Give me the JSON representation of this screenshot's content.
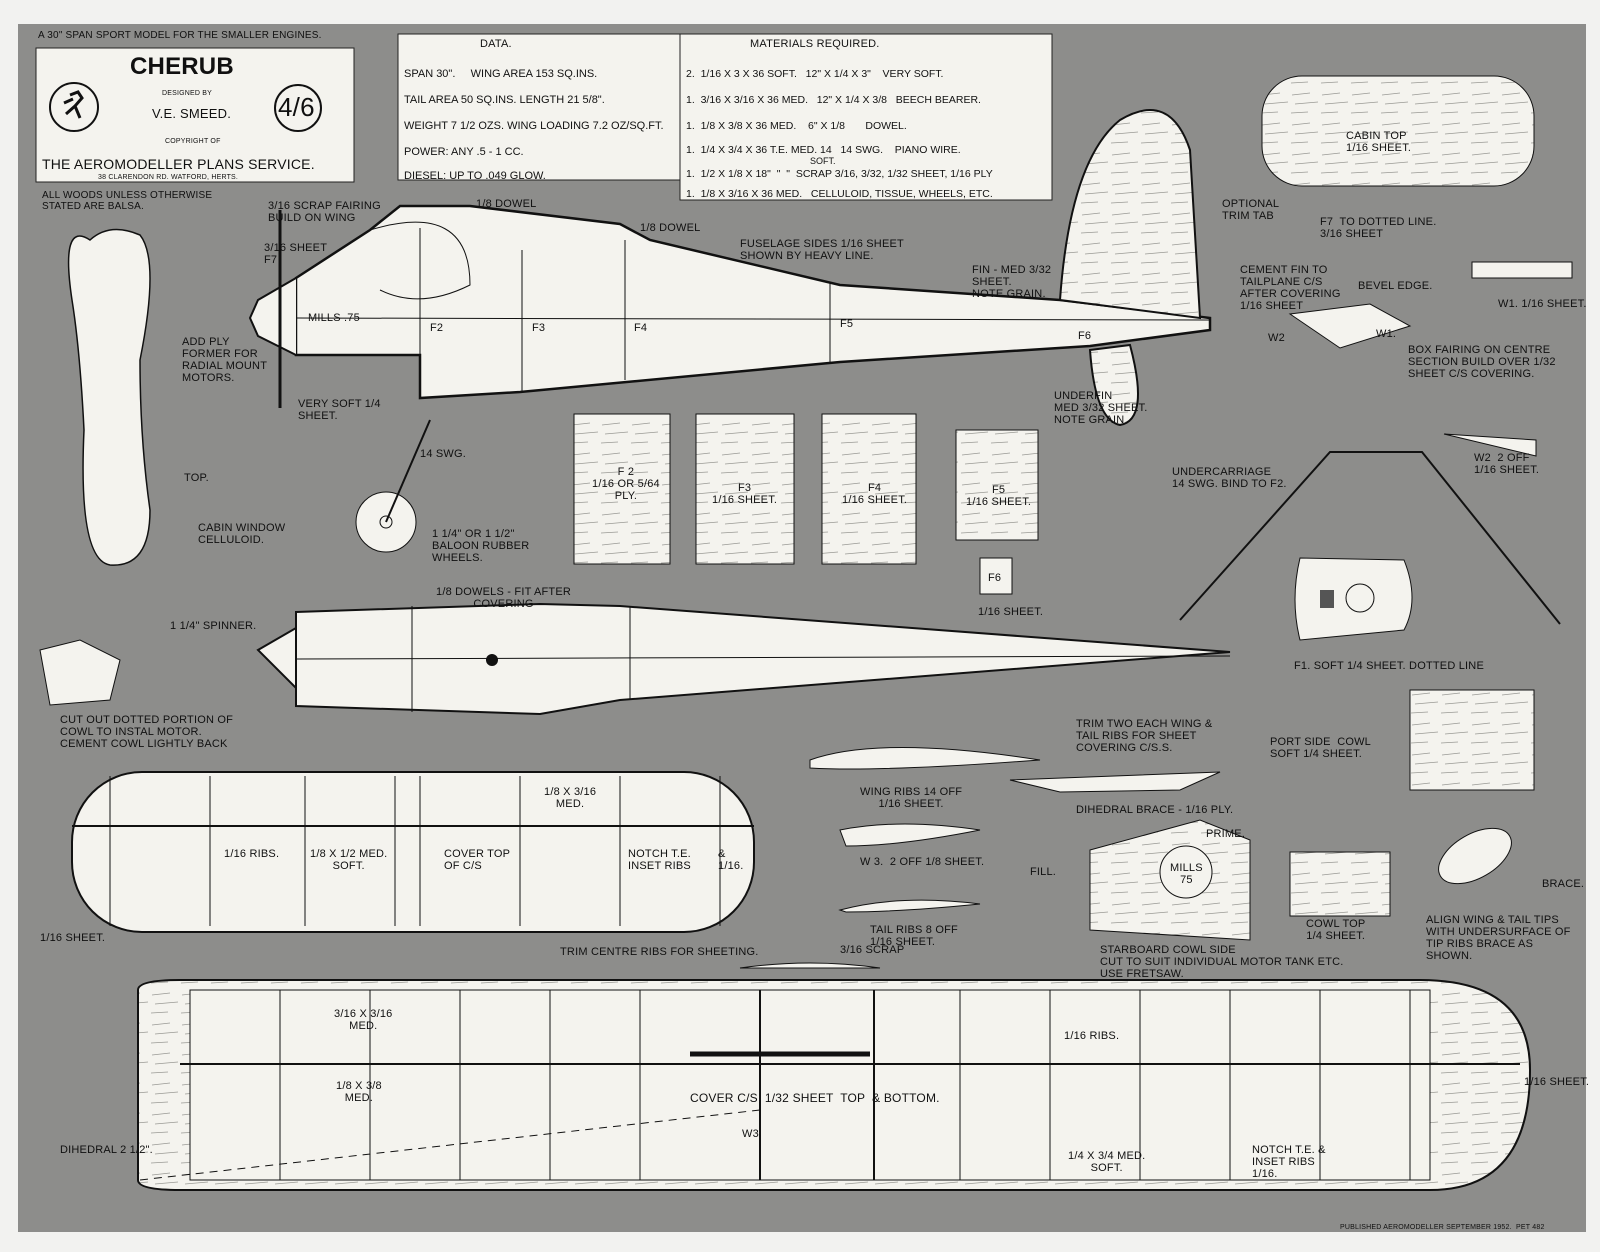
{
  "header": {
    "model_note": "A 30\" SPAN SPORT MODEL FOR THE SMALLER ENGINES.",
    "title": "CHERUB",
    "designed_by_label": "DESIGNED BY",
    "designer": "V.E. SMEED.",
    "copyright_label": "COPYRIGHT OF",
    "publisher": "THE AEROMODELLER PLANS SERVICE.",
    "address": "38 CLARENDON RD. WATFORD, HERTS.",
    "price": "4/6"
  },
  "data_box": {
    "title": "DATA.",
    "rows": [
      "SPAN 30\".     WING AREA 153 SQ.INS.",
      "TAIL AREA 50 SQ.INS. LENGTH 21 5/8\".",
      "WEIGHT 7 1/2 OZS. WING LOADING 7.2 OZ/SQ.FT.",
      "POWER: ANY .5 - 1 CC.",
      "DIESEL: UP TO .049 GLOW."
    ]
  },
  "materials_box": {
    "title": "MATERIALS REQUIRED.",
    "rows": [
      "2.  1/16 X 3 X 36 SOFT.   12\" X 1/4 X 3\"    VERY SOFT.",
      "1.  3/16 X 3/16 X 36 MED.   12\" X 1/4 X 3/8   BEECH BEARER.",
      "1.  1/8 X 3/8 X 36 MED.    6\" X 1/8       DOWEL.",
      "1.  1/4 X 3/4 X 36 T.E. MED. 14   14 SWG.    PIANO WIRE.",
      "1.  1/2 X 1/8 X 18\"  \"  \"  SCRAP 3/16, 3/32, 1/32 SHEET, 1/16 PLY",
      "1.  1/8 X 3/16 X 36 MED.   CELLULOID, TISSUE, WHEELS, ETC."
    ],
    "soft_note": "SOFT."
  },
  "labels": {
    "all_woods": "ALL WOODS UNLESS OTHERWISE\nSTATED ARE BALSA.",
    "scrap_fairing": "3/16 SCRAP FAIRING\nBUILD ON WING",
    "dowel_18_a": "1/8 DOWEL",
    "dowel_18_b": "1/8 DOWEL",
    "f7_sheet": "3/16 SHEET\nF7",
    "fuselage_sides": "FUSELAGE SIDES 1/16 SHEET\nSHOWN BY HEAVY LINE.",
    "mills": "MILLS .75",
    "f2": "F2",
    "f3": "F3",
    "f4": "F4",
    "f5": "F5",
    "f6": "F6",
    "add_ply": "ADD PLY\nFORMER FOR\nRADIAL MOUNT\nMOTORS.",
    "very_soft": "VERY SOFT 1/4\nSHEET.",
    "fin": "FIN - MED 3/32\nSHEET.\nNOTE GRAIN.",
    "underfin": "UNDERFIN\nMED 3/32 SHEET.\nNOTE GRAIN.",
    "optional_trim": "OPTIONAL\nTRIM TAB",
    "cement_fin": "CEMENT FIN TO\nTAILPLANE C/S\nAFTER COVERING\n1/16 SHEET",
    "bevel_edge": "BEVEL EDGE.",
    "w1_sheet": "W1. 1/16 SHEET.",
    "w2": "W2",
    "w1": "W1.",
    "box_fairing": "BOX FAIRING ON CENTRE\nSECTION BUILD OVER 1/32\nSHEET C/S COVERING.",
    "cabin_top": "CABIN TOP\n1/16 SHEET.",
    "f7_dotted": "F7  TO DOTTED LINE.\n3/16 SHEET",
    "w2_off": "W2  2 OFF\n1/16 SHEET.",
    "undercarriage": "UNDERCARRIAGE\n14 SWG. BIND TO F2.",
    "swg14": "14 SWG.",
    "wheels": "1 1/4\" OR 1 1/2\"\nBALOON RUBBER\nWHEELS.",
    "top": "TOP.",
    "cabin_window": "CABIN WINDOW\nCELLULOID.",
    "f2_plate": "F 2\n1/16 OR 5/64\nPLY.",
    "f3_plate": "F3\n1/16 SHEET.",
    "f4_plate": "F4\n1/16 SHEET.",
    "f5_plate": "F5\n1/16 SHEET.",
    "f6_plate": "F6",
    "f6_sheet": "1/16 SHEET.",
    "dowels_fit": "1/8 DOWELS - FIT AFTER\nCOVERING",
    "spinner": "1 1/4\" SPINNER.",
    "f1_soft": "F1. SOFT 1/4 SHEET. DOTTED LINE",
    "cut_out": "CUT OUT DOTTED PORTION OF\nCOWL TO INSTAL MOTOR.\nCEMENT COWL LIGHTLY BACK",
    "trim_two": "TRIM TWO EACH WING &\nTAIL RIBS FOR SHEET\nCOVERING C/S.S.",
    "port_cowl": "PORT SIDE  COWL\nSOFT 1/4 SHEET.",
    "wing_ribs": "WING RIBS 14 OFF\n1/16 SHEET.",
    "dihedral_brace": "DIHEDRAL BRACE - 1/16 PLY.",
    "prime": "PRIME.",
    "fill": "FILL.",
    "mills75": "MILLS\n75",
    "w3_off": "W 3.  2 OFF 1/8 SHEET.",
    "tail_ribs": "TAIL RIBS 8 OFF\n1/16 SHEET.",
    "scrap": "3/16 SCRAP",
    "starboard": "STARBOARD COWL SIDE\nCUT TO SUIT INDIVIDUAL MOTOR TANK ETC.\nUSE FRETSAW.",
    "cowl_top": "COWL TOP\n1/4 SHEET.",
    "brace": "BRACE.",
    "align": "ALIGN WING & TAIL TIPS\nWITH UNDERSURFACE OF\nTIP RIBS BRACE AS\nSHOWN.",
    "tail_18x316": "1/8 X 3/16\nMED.",
    "tail_ribs_116": "1/16 RIBS.",
    "tail_18x12": "1/8 X 1/2 MED.\nSOFT.",
    "cover_top_cs": "COVER TOP\nOF C/S",
    "notch_te": "NOTCH T.E.\nINSET RIBS",
    "notch_116": "&\n1/16.",
    "tail_sheet": "1/16 SHEET.",
    "trim_centre": "TRIM CENTRE RIBS FOR SHEETING.",
    "wing_316": "3/16 X 3/16\nMED.",
    "wing_18x38": "1/8 X 3/8\nMED.",
    "cover_cs": "COVER C/S  1/32 SHEET  TOP  & BOTTOM.",
    "w3": "W3.",
    "wing_ribs_116": "1/16 RIBS.",
    "wing_tip_sheet": "1/16 SHEET.",
    "dihedral": "DIHEDRAL 2 1/2\".",
    "wing_te": "1/4 X 3/4 MED.\nSOFT.",
    "wing_notch": "NOTCH T.E. &\nINSET RIBS\n1/16.",
    "published": "PUBLISHED AEROMODELLER SEPTEMBER 1952.  PET 482"
  },
  "colors": {
    "background": "#8d8d8b",
    "part_fill": "#f4f3ee",
    "line": "#1a1a1a"
  },
  "icons": {
    "logo": "running-figure-emblem"
  }
}
